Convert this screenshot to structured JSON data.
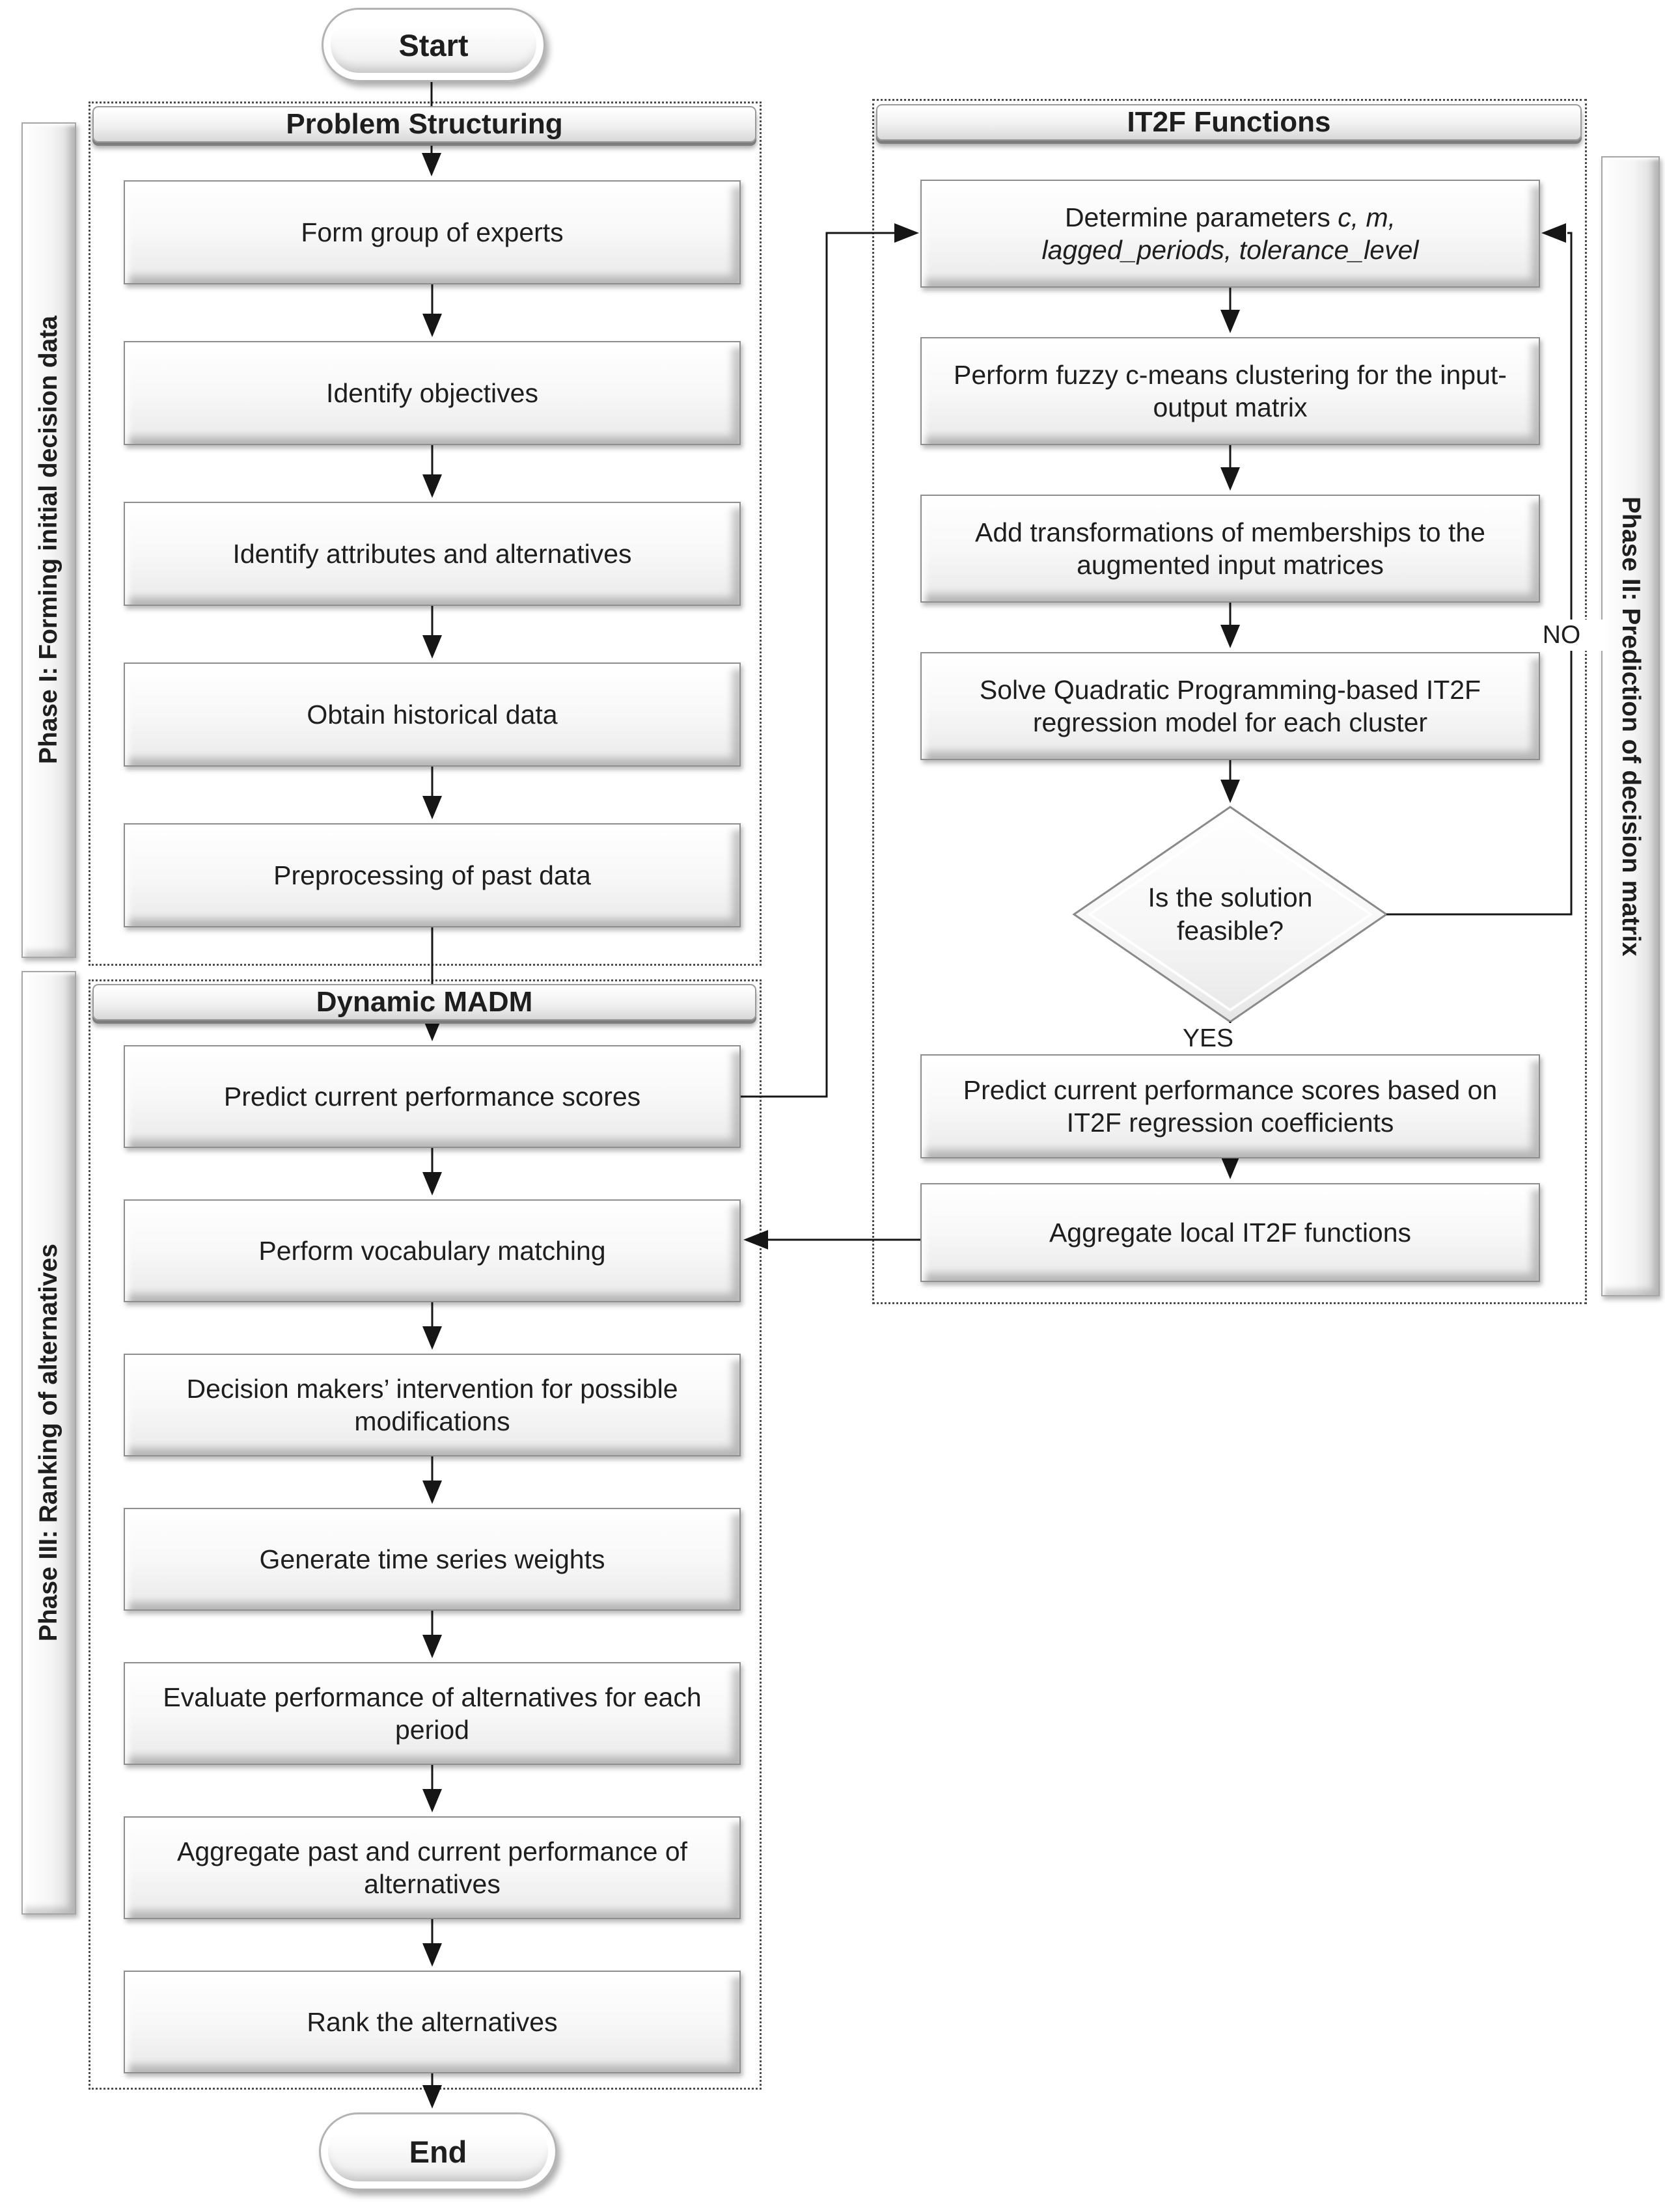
{
  "flowchart": {
    "start_label": "Start",
    "end_label": "End",
    "yes_label": "YES",
    "no_label": "NO",
    "phases": {
      "phase1": "Phase I: Forming initial decision data",
      "phase2": "Phase II: Prediction of decision matrix",
      "phase3": "Phase III: Ranking of alternatives"
    },
    "problem_structuring": {
      "title": "Problem Structuring",
      "steps": [
        "Form group of experts",
        "Identify objectives",
        "Identify attributes and alternatives",
        "Obtain historical data",
        "Preprocessing of past data"
      ]
    },
    "dynamic_madm": {
      "title": "Dynamic MADM",
      "steps": [
        "Predict current performance scores",
        "Perform vocabulary matching",
        "Decision makers’ intervention for possible modifications",
        "Generate time series weights",
        "Evaluate performance of alternatives for each period",
        "Aggregate past and current performance of alternatives",
        "Rank the alternatives"
      ]
    },
    "it2f_functions": {
      "title": "IT2F Functions",
      "determine_prefix": "Determine parameters ",
      "determine_italic1": "c, m,",
      "determine_italic2": "lagged_periods, tolerance_level",
      "steps": [
        "Perform fuzzy c-means clustering for the input-output matrix",
        "Add transformations of memberships to the augmented input matrices",
        "Solve Quadratic Programming-based IT2F regression model for each cluster"
      ],
      "decision": "Is the solution feasible?",
      "post_steps": [
        "Predict current performance scores based on IT2F regression coefficients",
        "Aggregate local IT2F functions"
      ]
    }
  }
}
